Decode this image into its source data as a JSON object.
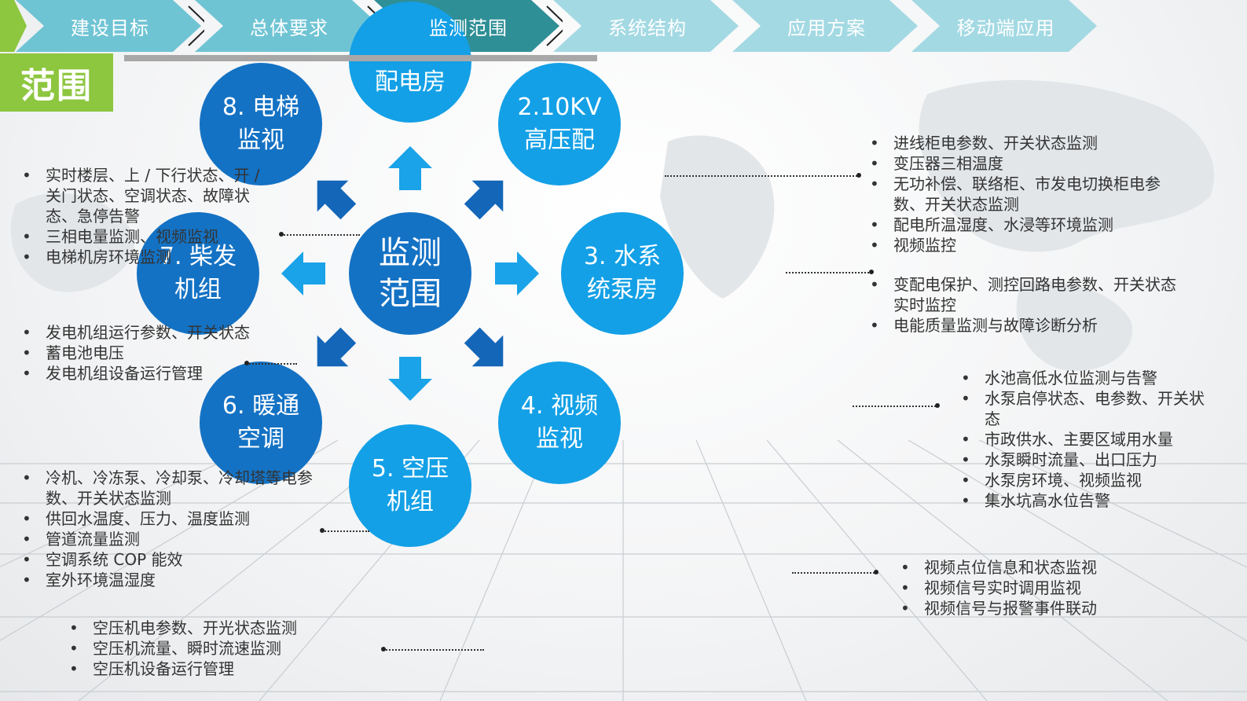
{
  "tabs": [
    {
      "label": "建设目标",
      "active": false
    },
    {
      "label": "总体要求",
      "active": false
    },
    {
      "label": "监测范围",
      "active": true
    },
    {
      "label": "系统结构",
      "active": false
    },
    {
      "label": "应用方案",
      "active": false
    },
    {
      "label": "移动端应用",
      "active": false
    }
  ],
  "section_title": "范围",
  "center_label": "监测\n范围",
  "nodes": {
    "top": "配电房",
    "n2": "2.10KV\n高压配",
    "n3": "3. 水系\n统泵房",
    "n4": "4. 视频\n监视",
    "n5": "5. 空压\n机组",
    "n6": "6. 暖通\n空调",
    "n7": "7. 柴发\n机组",
    "n8": "8. 电梯\n监视"
  },
  "lists": {
    "elevator": [
      "实时楼层、上 / 下行状态、开 / 关门状态、空调状态、故障状态、急停告警",
      "三相电量监测、视频监视",
      "电梯机房环境监测"
    ],
    "diesel": [
      "发电机组运行参数、开关状态",
      "蓄电池电压",
      "发电机组设备运行管理"
    ],
    "hvac": [
      "冷机、冷冻泵、冷却泵、冷却塔等电参数、开关状态监测",
      "供回水温度、压力、温度监测",
      "管道流量监测",
      "空调系统 COP 能效",
      "室外环境温湿度"
    ],
    "aircomp": [
      "空压机电参数、开光状态监测",
      "空压机流量、瞬时流速监测",
      "空压机设备运行管理"
    ],
    "power_room": [
      "进线柜电参数、开关状态监测",
      "变压器三相温度",
      "无功补偿、联络柜、市发电切换柜电参数、开关状态监测",
      "配电所温湿度、水浸等环境监测",
      "视频监控"
    ],
    "hv": [
      "变配电保护、测控回路电参数、开关状态实时监控",
      "电能质量监测与故障诊断分析"
    ],
    "water": [
      "水池高低水位监测与告警",
      "水泵启停状态、电参数、开关状态",
      "市政供水、主要区域用水量",
      "水泵瞬时流量、出口压力",
      "水泵房环境、视频监视",
      "集水坑高水位告警"
    ],
    "video": [
      "视频点位信息和状态监视",
      "视频信号实时调用监视",
      "视频信号与报警事件联动"
    ]
  },
  "colors": {
    "tab": "#6fc4d4",
    "tab_active": "#2f8f96",
    "green": "#8dc63f",
    "node_dark": "#1472c4",
    "node_light": "#13a0e6"
  }
}
